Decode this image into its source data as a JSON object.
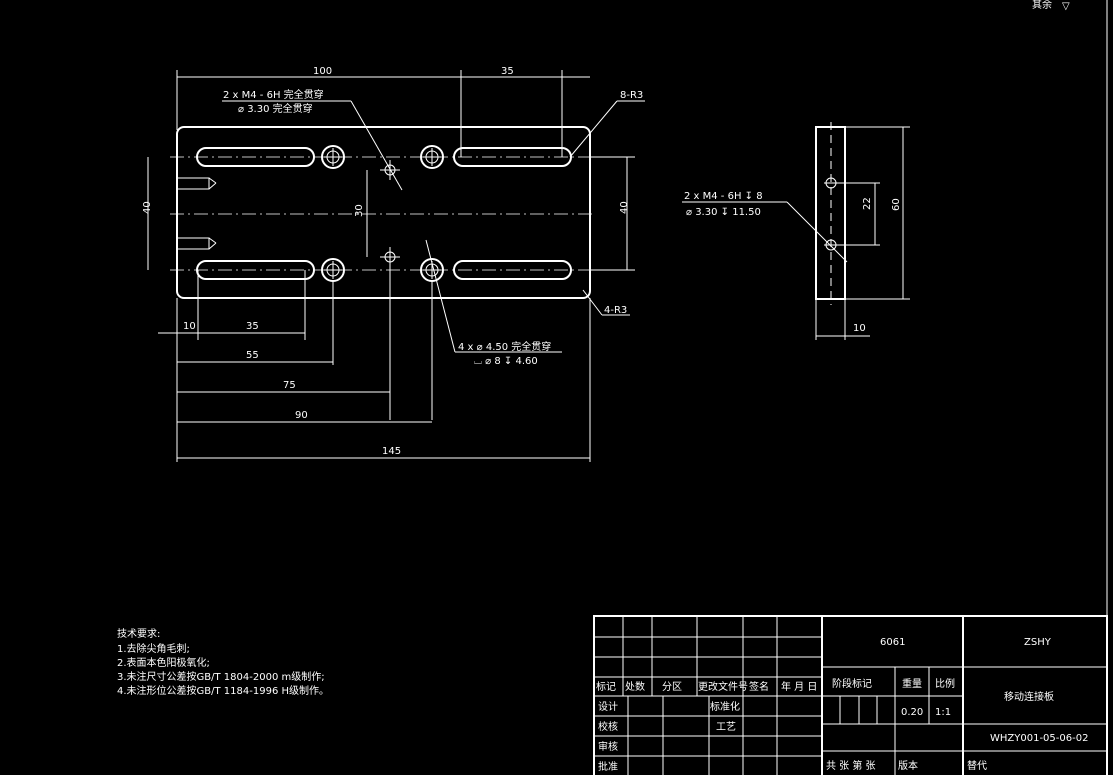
{
  "corner_marks": {
    "label": "其余",
    "symbol": "▽"
  },
  "front_view": {
    "dims": {
      "d100": "100",
      "d35_top": "35",
      "d40_left": "40",
      "d30": "30",
      "d40_right": "40",
      "d10": "10",
      "d35_bottom": "35",
      "d55": "55",
      "d75": "75",
      "d90": "90",
      "d145": "145"
    },
    "callout_tapped": {
      "line1": "2 x M4 - 6H 完全贯穿",
      "line2": "⌀ 3.30 完全贯穿"
    },
    "callout_radius_top": "8-R3",
    "callout_radius_bottom": "4-R3",
    "callout_cbore": {
      "line1": "4 x ⌀ 4.50 完全贯穿",
      "line2": "⌴ ⌀ 8 ↧ 4.60"
    }
  },
  "side_view": {
    "callout": {
      "line1": "2 x M4 - 6H   ↧ 8",
      "line2": "⌀ 3.30 ↧ 11.50"
    },
    "dims": {
      "d22": "22",
      "d60": "60",
      "d10": "10"
    }
  },
  "tech_requirements": {
    "title": "技术要求:",
    "items": [
      "1.去除尖角毛刺;",
      "2.表面本色阳极氧化;",
      "3.未注尺寸公差按GB/T 1804-2000 m级制作;",
      "4.未注形位公差按GB/T 1184-1996 H级制作。"
    ]
  },
  "title_block": {
    "material": "6061",
    "company": "ZSHY",
    "part_name": "移动连接板",
    "drawing_no": "WHZY001-05-06-02",
    "headers": [
      "标记",
      "处数",
      "分区",
      "更改文件号",
      "签名",
      "年 月 日"
    ],
    "rows": [
      "设计",
      "校核",
      "审核",
      "批准"
    ],
    "standardization": "标准化",
    "process": "工艺",
    "stage_mark": "阶段标记",
    "weight_label": "重量",
    "weight": "0.20",
    "scale_label": "比例",
    "scale": "1:1",
    "sheets": "共 张  第 张",
    "version": "版本",
    "replace": "替代"
  }
}
